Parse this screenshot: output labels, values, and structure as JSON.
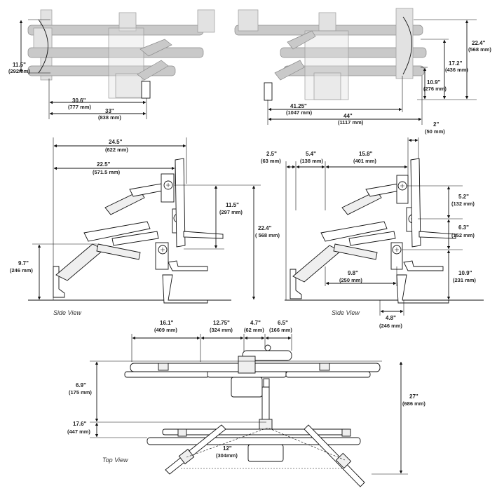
{
  "views": {
    "side_left": "Side View",
    "side_right": "Side View",
    "top": "Top View"
  },
  "dims": {
    "tl_height_in": "11.5\"",
    "tl_height_mm": "(292mm)",
    "tl_w1_in": "30.6\"",
    "tl_w1_mm": "(777 mm)",
    "tl_w2_in": "33\"",
    "tl_w2_mm": "(838 mm)",
    "tr_h1_in": "22.4\"",
    "tr_h1_mm": "(568 mm)",
    "tr_h2_in": "17.2\"",
    "tr_h2_mm": "(436 mm)",
    "tr_h3_in": "10.9\"",
    "tr_h3_mm": "(276 mm)",
    "tr_w1_in": "41.25\"",
    "tr_w1_mm": "(1047 mm)",
    "tr_w2_in": "44\"",
    "tr_w2_mm": "(1117 mm)",
    "sl_top_in": "24.5\"",
    "sl_top_mm": "(622 mm)",
    "sl_mid_in": "22.5\"",
    "sl_mid_mm": "(571.5 mm)",
    "sl_h1_in": "11.5\"",
    "sl_h1_mm": "(297 mm)",
    "sl_h2_in": "22.4\"",
    "sl_h2_mm": "( 568 mm)",
    "sl_h3_in": "9.7\"",
    "sl_h3_mm": "(246 mm)",
    "sr_a_in": "2.5\"",
    "sr_a_mm": "(63 mm)",
    "sr_b_in": "5.4\"",
    "sr_b_mm": "(138 mm)",
    "sr_c_in": "15.8\"",
    "sr_c_mm": "(401 mm)",
    "sr_d_in": "2\"",
    "sr_d_mm": "(50 mm)",
    "sr_e_in": "5.2\"",
    "sr_e_mm": "(132 mm)",
    "sr_f_in": "6.3\"",
    "sr_f_mm": "(152 mm)",
    "sr_g_in": "10.9\"",
    "sr_g_mm": "(231 mm)",
    "sr_h_in": "9.8\"",
    "sr_h_mm": "(250 mm)",
    "sr_i_in": "4.8\"",
    "sr_i_mm": "(246 mm)",
    "tv_a_in": "16.1\"",
    "tv_a_mm": "(409 mm)",
    "tv_b_in": "12.75\"",
    "tv_b_mm": "(324 mm)",
    "tv_c_in": "4.7\"",
    "tv_c_mm": "(62 mm)",
    "tv_d_in": "6.5\"",
    "tv_d_mm": "(166 mm)",
    "tv_e_in": "6.9\"",
    "tv_e_mm": "(175 mm)",
    "tv_f_in": "17.6\"",
    "tv_f_mm": "(447 mm)",
    "tv_g_in": "27\"",
    "tv_g_mm": "(686 mm)",
    "tv_h_in": "12\"",
    "tv_h_mm": "(304mm)"
  }
}
